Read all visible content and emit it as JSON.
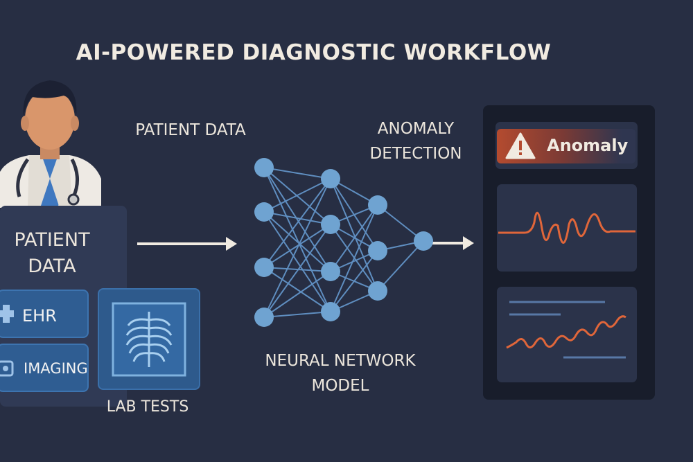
{
  "title": "AI-POWERED DIAGNOSTIC WORKFLOW",
  "labels": {
    "patient_data_top": "PATIENT DATA",
    "anomaly_detection": "ANOMALY\nDETECTION",
    "neural_network_model": "NEURAL NETWORK\nMODEL",
    "patient_data_card": "PATIENT\nDATA",
    "ehr": "EHR",
    "imaging": "IMAGING",
    "lab_tests": "LAB TESTS",
    "anomaly_badge": "Anomaly"
  },
  "icons": {
    "doctor": "doctor-avatar-icon",
    "xray": "chest-xray-icon",
    "warning": "warning-triangle-icon",
    "neural_net": "neural-network-icon"
  },
  "colors": {
    "background": "#272e43",
    "node": "#6fa3d1",
    "edge": "#5f8ec0",
    "waveform": "#e0663a",
    "accent_blue": "#2f5d92",
    "alert": "#b44b2f"
  }
}
